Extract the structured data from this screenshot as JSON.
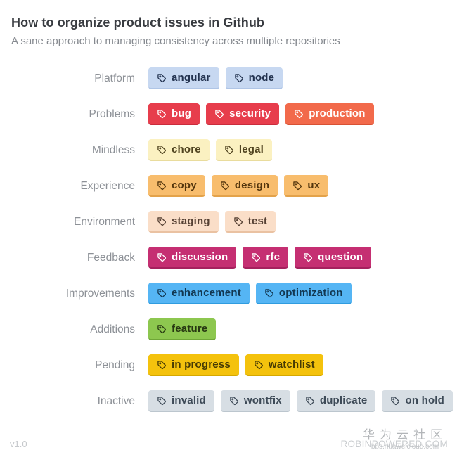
{
  "header": {
    "title": "How to organize product issues in Github",
    "subtitle": "A sane approach to managing consistency across multiple repositories"
  },
  "rows": [
    {
      "label": "Platform",
      "colors": {
        "bg": "#c7d8f1",
        "border": "#afc5e6",
        "fg": "#22324f"
      },
      "tags": [
        {
          "text": "angular"
        },
        {
          "text": "node"
        }
      ]
    },
    {
      "label": "Problems",
      "colors": {
        "bg": "#e73d4c",
        "border": "#ca2c3c",
        "fg": "#ffffff"
      },
      "tags": [
        {
          "text": "bug"
        },
        {
          "text": "security"
        },
        {
          "text": "production",
          "bg": "#f26a4b",
          "border": "#d85234"
        }
      ]
    },
    {
      "label": "Mindless",
      "colors": {
        "bg": "#fbf1c1",
        "border": "#e9dc9d",
        "fg": "#4f431f"
      },
      "tags": [
        {
          "text": "chore"
        },
        {
          "text": "legal"
        }
      ]
    },
    {
      "label": "Experience",
      "colors": {
        "bg": "#f8bd6d",
        "border": "#e3a24a",
        "fg": "#53350d"
      },
      "tags": [
        {
          "text": "copy"
        },
        {
          "text": "design"
        },
        {
          "text": "ux"
        }
      ]
    },
    {
      "label": "Environment",
      "colors": {
        "bg": "#fadec8",
        "border": "#eac2a2",
        "fg": "#554033"
      },
      "tags": [
        {
          "text": "staging"
        },
        {
          "text": "test"
        }
      ]
    },
    {
      "label": "Feedback",
      "colors": {
        "bg": "#c52f72",
        "border": "#a5215e",
        "fg": "#ffffff"
      },
      "tags": [
        {
          "text": "discussion"
        },
        {
          "text": "rfc"
        },
        {
          "text": "question"
        }
      ]
    },
    {
      "label": "Improvements",
      "colors": {
        "bg": "#55b5f4",
        "border": "#309cdf",
        "fg": "#123751"
      },
      "tags": [
        {
          "text": "enhancement"
        },
        {
          "text": "optimization"
        }
      ]
    },
    {
      "label": "Additions",
      "colors": {
        "bg": "#8dc74f",
        "border": "#6fa637",
        "fg": "#273812"
      },
      "tags": [
        {
          "text": "feature"
        }
      ]
    },
    {
      "label": "Pending",
      "colors": {
        "bg": "#f4c20d",
        "border": "#d5a800",
        "fg": "#473b04"
      },
      "tags": [
        {
          "text": "in progress"
        },
        {
          "text": "watchlist"
        }
      ]
    },
    {
      "label": "Inactive",
      "colors": {
        "bg": "#d7dee4",
        "border": "#bcc6ce",
        "fg": "#3d4a57"
      },
      "tags": [
        {
          "text": "invalid"
        },
        {
          "text": "wontfix"
        },
        {
          "text": "duplicate"
        },
        {
          "text": "on hold"
        }
      ]
    }
  ],
  "footer": {
    "version": "v1.0",
    "brand": "ROBINPOWERED.COM"
  },
  "watermark": {
    "line1": "华为云社区",
    "line2": "bbs.huaweicloud.com"
  }
}
